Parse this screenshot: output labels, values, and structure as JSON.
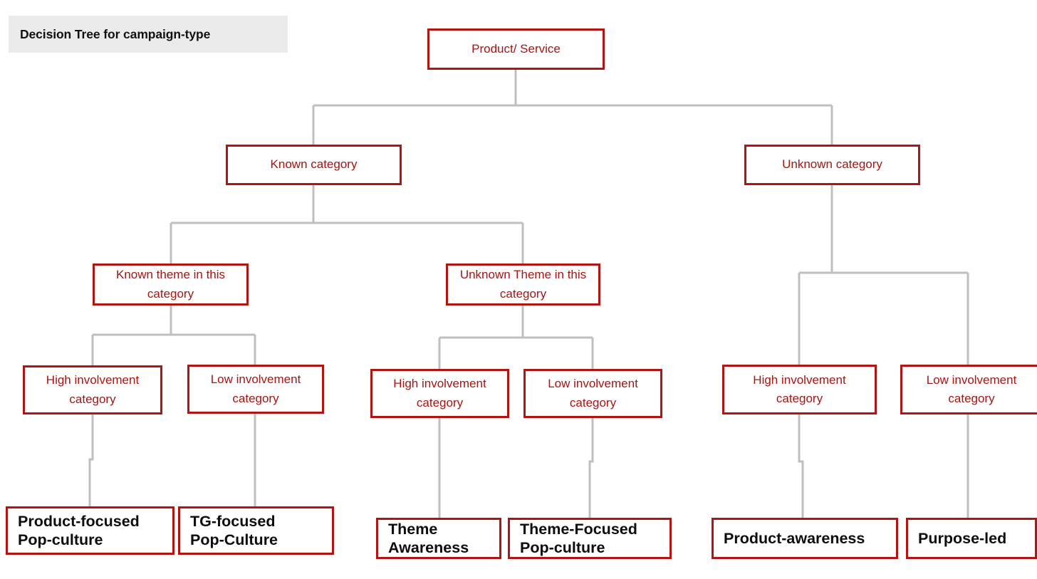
{
  "page": {
    "title_badge": "Decision Tree for campaign-type",
    "background_color": "#ffffff",
    "badge_background": "#ebebeb",
    "node_border_color": "#b01513",
    "node_text_color": "#a81411",
    "leaf_text_color": "#0d0d0d",
    "connector_color": "#bfbfbf"
  },
  "chart_data": {
    "type": "diagram",
    "diagram_kind": "decision-tree",
    "title": "Decision Tree for campaign-type",
    "root": "Product/ Service",
    "levels": [
      [
        "Product/ Service"
      ],
      [
        "Known category",
        "Unknown category"
      ],
      [
        "Known theme in this category",
        "Unknown Theme in this category"
      ],
      [
        "High involvement category",
        "Low involvement category",
        "High involvement category",
        "Low involvement category",
        "High involvement category",
        "Low involvement category"
      ],
      [
        "Product-focused Pop-culture",
        "TG-focused Pop-Culture",
        "Theme Awareness",
        "Theme-Focused Pop-culture",
        "Product-awareness",
        "Purpose-led"
      ]
    ],
    "edges": [
      [
        "Product/ Service",
        "Known category"
      ],
      [
        "Product/ Service",
        "Unknown category"
      ],
      [
        "Known category",
        "Known theme in this category"
      ],
      [
        "Known category",
        "Unknown Theme in this category"
      ],
      [
        "Known theme in this category",
        "High involvement category (known theme)"
      ],
      [
        "Known theme in this category",
        "Low involvement category (known theme)"
      ],
      [
        "Unknown Theme in this category",
        "High involvement category (unknown theme)"
      ],
      [
        "Unknown Theme in this category",
        "Low involvement category (unknown theme)"
      ],
      [
        "Unknown category",
        "High involvement category (unknown category)"
      ],
      [
        "Unknown category",
        "Low involvement category (unknown category)"
      ],
      [
        "High involvement category (known theme)",
        "Product-focused Pop-culture"
      ],
      [
        "Low involvement category (known theme)",
        "TG-focused Pop-Culture"
      ],
      [
        "High involvement category (unknown theme)",
        "Theme Awareness"
      ],
      [
        "Low involvement category (unknown theme)",
        "Theme-Focused Pop-culture"
      ],
      [
        "High involvement category (unknown category)",
        "Product-awareness"
      ],
      [
        "Low involvement category (unknown category)",
        "Purpose-led"
      ]
    ]
  },
  "nodes": {
    "root": {
      "label": "Product/ Service"
    },
    "known_category": {
      "label": "Known category"
    },
    "unknown_category": {
      "label": "Unknown category"
    },
    "known_theme": {
      "label": "Known theme in this category"
    },
    "unknown_theme": {
      "label": "Unknown Theme in this category"
    },
    "kt_high": {
      "label": "High involvement category"
    },
    "kt_low": {
      "label": "Low involvement category"
    },
    "ut_high": {
      "label": "High involvement category"
    },
    "ut_low": {
      "label": "Low involvement category"
    },
    "uc_high": {
      "label": "High involvement category"
    },
    "uc_low": {
      "label": "Low involvement category"
    },
    "leaf_product_focused": {
      "line1": "Product-focused",
      "line2": "Pop-culture"
    },
    "leaf_tg_focused": {
      "line1": "TG-focused",
      "line2": "Pop-Culture"
    },
    "leaf_theme_awareness": {
      "line1": "Theme",
      "line2": "Awareness"
    },
    "leaf_theme_focused": {
      "line1": "Theme-Focused",
      "line2": "Pop-culture"
    },
    "leaf_product_awareness": {
      "line1": "Product-awareness",
      "line2": ""
    },
    "leaf_purpose_led": {
      "line1": "Purpose-led",
      "line2": ""
    }
  }
}
